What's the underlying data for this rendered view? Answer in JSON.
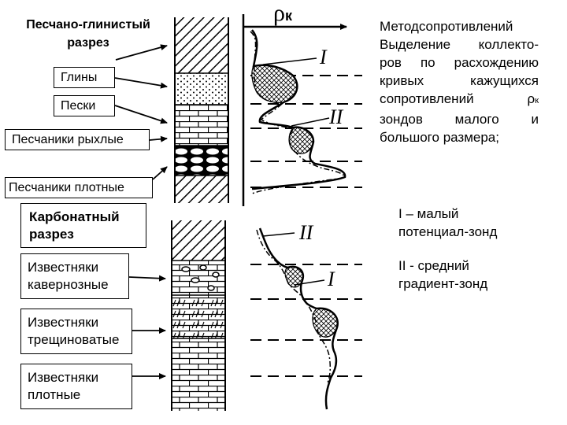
{
  "clastic": {
    "title": "Песчано-глинистый разрез",
    "title_line1": "Песчано-глинистый",
    "title_line2": "разрез",
    "layers": [
      "Глины",
      "Пески",
      "Песчаники рыхлые",
      "Песчаники плотные"
    ]
  },
  "carbonate": {
    "title": "Карбонатный разрез",
    "title_line1": "Карбонатный",
    "title_line2": "разрез",
    "layers": [
      {
        "line1": "Известняки",
        "line2": "кавернозные"
      },
      {
        "line1": "Известняки",
        "line2": "трещиноватые"
      },
      {
        "line1": "Известняки",
        "line2": "плотные"
      }
    ]
  },
  "axis_label_main": "ρ",
  "axis_label_sub": "к",
  "curve_labels": {
    "upper": [
      "I",
      "II"
    ],
    "lower": [
      "II",
      "I"
    ]
  },
  "description": {
    "line1": "Методсопротивлений",
    "line2": "Выделение коллекто-",
    "line3": "ров по расхождению",
    "line4": "кривых кажущихся",
    "line5_text": "сопротивлений",
    "line5_sym": "ρ",
    "line5_sub": "к",
    "line6": "зондов малого и",
    "line7": "большого размера;"
  },
  "legend": {
    "item1_line1": "I – малый",
    "item1_line2": "потенциал-зонд",
    "item2_line1": "II - средний",
    "item2_line2": "градиент-зонд"
  }
}
